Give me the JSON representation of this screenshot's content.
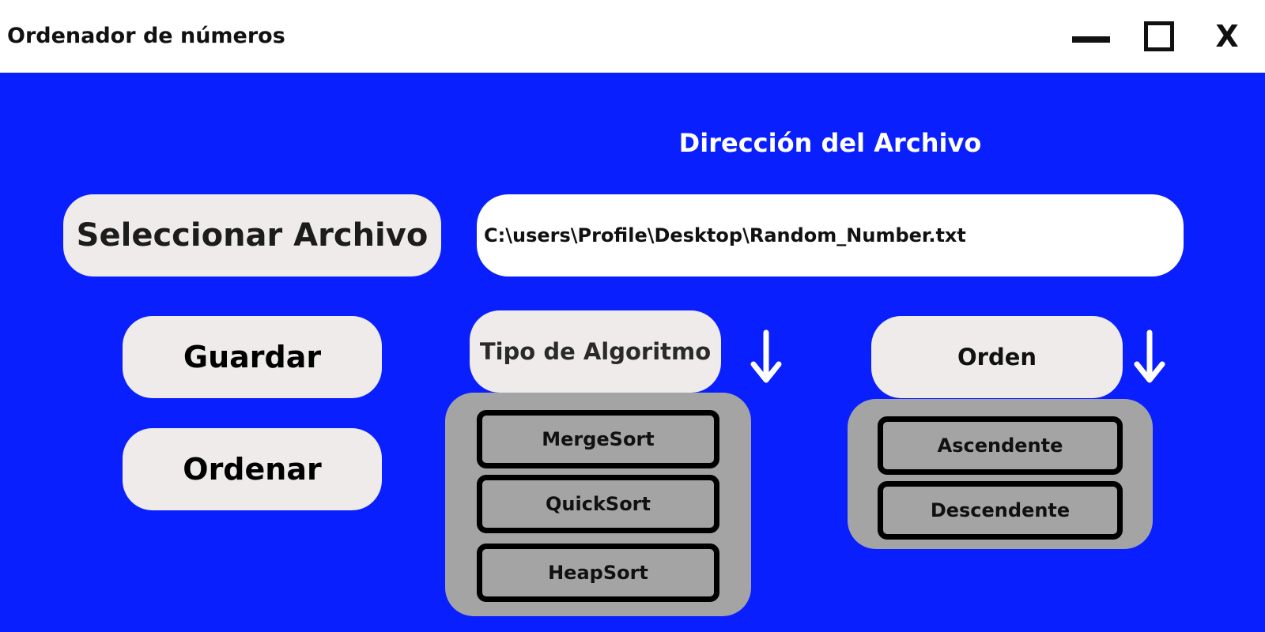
{
  "window": {
    "title": "Ordenador de números",
    "minimize_icon": "minimize-icon",
    "maximize_icon": "maximize-icon",
    "close_label": "X"
  },
  "colors": {
    "background": "#0a1ffd",
    "button_fill": "#efebeb",
    "panel_fill": "#a4a4a4"
  },
  "file": {
    "heading": "Dirección del  Archivo",
    "select_button": "Seleccionar Archivo",
    "path": "C:\\users\\Profile\\Desktop\\Random_Number.txt"
  },
  "actions": {
    "save": "Guardar",
    "sort": "Ordenar"
  },
  "algorithm": {
    "header": "Tipo de Algoritmo",
    "arrow_icon": "arrow-down-icon",
    "options": [
      "MergeSort",
      "QuickSort",
      "HeapSort"
    ]
  },
  "order": {
    "header": "Orden",
    "arrow_icon": "arrow-down-icon",
    "options": [
      "Ascendente",
      "Descendente"
    ]
  }
}
